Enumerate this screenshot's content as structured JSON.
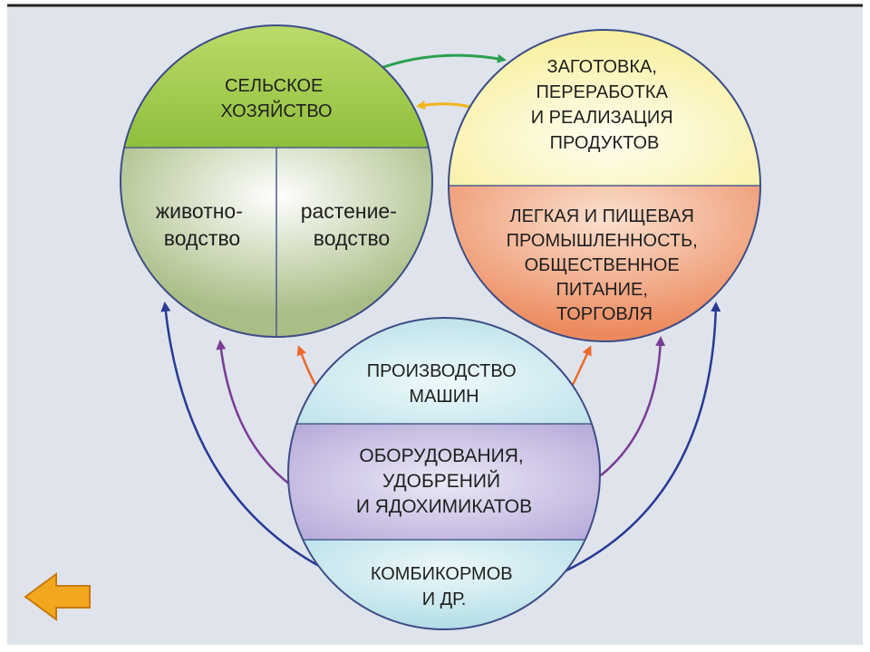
{
  "colors": {
    "background": "#dfe3ec",
    "agri_top": "#a9cf55",
    "agri_bottom": "#c9d5ad",
    "procurement_top": "#fffbcf",
    "processing_bottom": "#f29c76",
    "machines_top": "#cdebef",
    "equipment_band": "#c9c1e2",
    "feed_bottom": "#c7e6ee",
    "arrow_green": "#2aa050",
    "arrow_yellow": "#f2b418",
    "arrow_blue": "#283a94",
    "arrow_purple": "#7a3c94",
    "arrow_orange": "#ec6a2a",
    "back_arrow": "#f2a81e"
  },
  "agriculture": {
    "title_lines": [
      "СЕЛЬСКОЕ",
      "ХОЗЯЙСТВО"
    ],
    "left_lines": [
      "животно-",
      "водство"
    ],
    "right_lines": [
      "растение-",
      "водство"
    ]
  },
  "processing": {
    "top_lines": [
      "ЗАГОТОВКА,",
      "ПЕРЕРАБОТКА",
      "И РЕАЛИЗАЦИЯ",
      "ПРОДУКТОВ"
    ],
    "bottom_lines": [
      "ЛЕГКАЯ И ПИЩЕВАЯ",
      "ПРОМЫШЛЕННОСТЬ,",
      "ОБЩЕСТВЕННОЕ",
      "ПИТАНИЕ,",
      "ТОРГОВЛЯ"
    ]
  },
  "production": {
    "top_lines": [
      "ПРОИЗВОДСТВО",
      "МАШИН"
    ],
    "middle_lines": [
      "ОБОРУДОВАНИЯ,",
      "УДОБРЕНИЙ",
      "И ЯДОХИМИКАТОВ"
    ],
    "bottom_lines": [
      "КОМБИКОРМОВ",
      "И ДР."
    ]
  },
  "navigation": {
    "back_icon": "left-arrow-icon"
  }
}
